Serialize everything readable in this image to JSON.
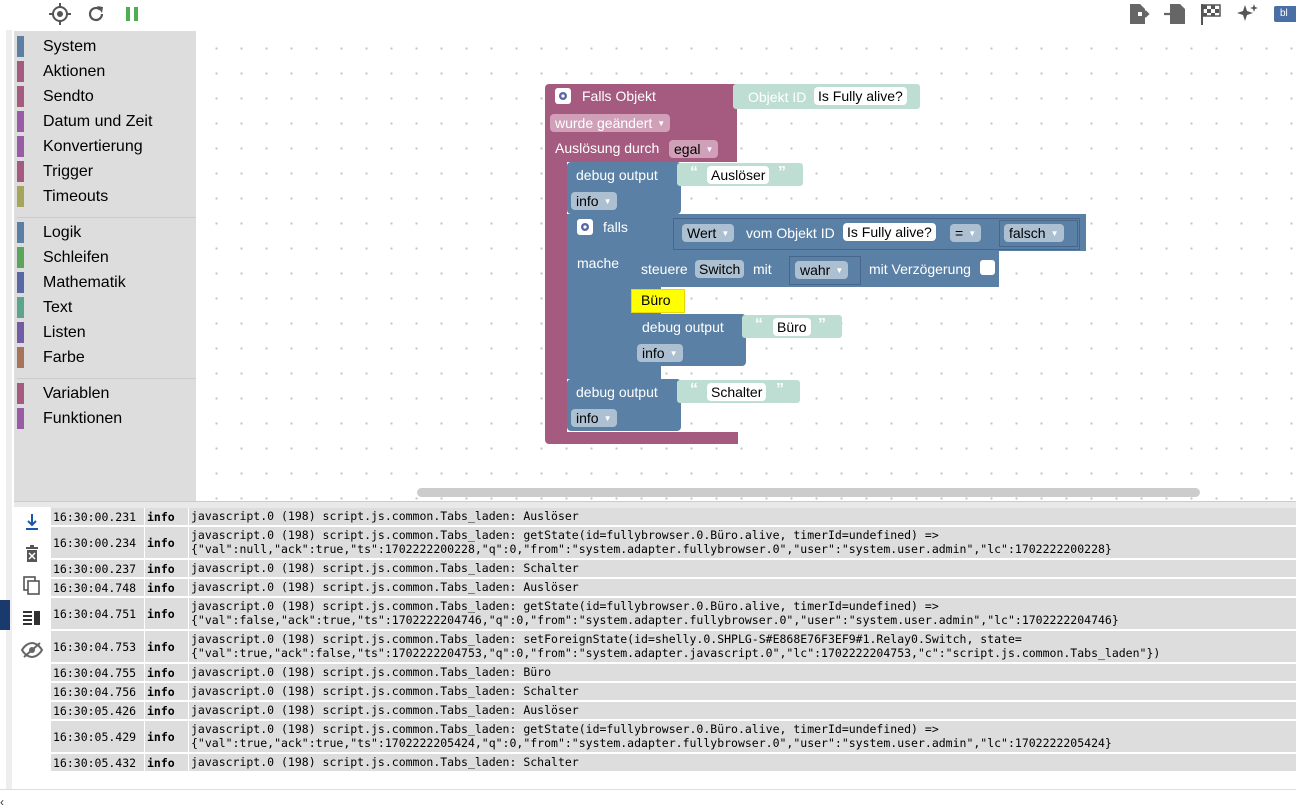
{
  "toolbar": {
    "left_icons": [
      "target-icon",
      "refresh-icon",
      "pause-icon"
    ],
    "right_icons": [
      "export-icon",
      "import-icon",
      "flag-icon",
      "sparkle-icon",
      "blockly-icon"
    ],
    "blockly_badge": "bl"
  },
  "sidebar": {
    "groups": [
      [
        {
          "label": "System",
          "color": "#5b80a5"
        },
        {
          "label": "Aktionen",
          "color": "#a55b80"
        },
        {
          "label": "Sendto",
          "color": "#a55b80"
        },
        {
          "label": "Datum und Zeit",
          "color": "#995ba5"
        },
        {
          "label": "Konvertierung",
          "color": "#995ba5"
        },
        {
          "label": "Trigger",
          "color": "#a55b80"
        },
        {
          "label": "Timeouts",
          "color": "#a5a55b"
        }
      ],
      [
        {
          "label": "Logik",
          "color": "#5b80a5"
        },
        {
          "label": "Schleifen",
          "color": "#5ba55b"
        },
        {
          "label": "Mathematik",
          "color": "#5b67a5"
        },
        {
          "label": "Text",
          "color": "#5ba58c"
        },
        {
          "label": "Listen",
          "color": "#745ba5"
        },
        {
          "label": "Farbe",
          "color": "#a5745b"
        }
      ],
      [
        {
          "label": "Variablen",
          "color": "#a55b80"
        },
        {
          "label": "Funktionen",
          "color": "#995ba5"
        }
      ]
    ]
  },
  "blocks": {
    "trigger": {
      "title": "Falls Objekt",
      "objekt_id_label": "Objekt ID",
      "objekt_id_value": "Is Fully alive?",
      "event": "wurde geändert",
      "ausloesung_label": "Auslösung durch",
      "ausloesung_value": "egal"
    },
    "debug1": {
      "label": "debug output",
      "text": "Auslöser",
      "level": "info"
    },
    "if_block": {
      "falls": "falls",
      "mache": "mache",
      "wert": "Wert",
      "vom_objekt": "vom Objekt ID",
      "objekt": "Is Fully alive?",
      "op": "=",
      "falsch": "falsch"
    },
    "steuere": {
      "label": "steuere",
      "target": "Switch",
      "mit": "mit",
      "value": "wahr",
      "delay_label": "mit Verzögerung"
    },
    "comment": "Büro",
    "debug2": {
      "label": "debug output",
      "text": "Büro",
      "level": "info"
    },
    "debug3": {
      "label": "debug output",
      "text": "Schalter",
      "level": "info"
    },
    "quote_open": "“",
    "quote_close": "”"
  },
  "log": {
    "tool_icons": [
      "scroll-down-icon",
      "trash-icon",
      "copy-icon",
      "layout-icon",
      "hide-icon"
    ],
    "rows": [
      {
        "time": "16:30:00.231",
        "sev": "info",
        "lines": [
          "javascript.0 (198) script.js.common.Tabs_laden: Auslöser"
        ]
      },
      {
        "time": "16:30:00.234",
        "sev": "info",
        "lines": [
          "javascript.0 (198) script.js.common.Tabs_laden: getState(id=fullybrowser.0.Büro.alive, timerId=undefined) =>",
          "{\"val\":null,\"ack\":true,\"ts\":1702222200228,\"q\":0,\"from\":\"system.adapter.fullybrowser.0\",\"user\":\"system.user.admin\",\"lc\":1702222200228}"
        ]
      },
      {
        "time": "16:30:00.237",
        "sev": "info",
        "lines": [
          "javascript.0 (198) script.js.common.Tabs_laden: Schalter"
        ]
      },
      {
        "time": "16:30:04.748",
        "sev": "info",
        "lines": [
          "javascript.0 (198) script.js.common.Tabs_laden: Auslöser"
        ]
      },
      {
        "time": "16:30:04.751",
        "sev": "info",
        "lines": [
          "javascript.0 (198) script.js.common.Tabs_laden: getState(id=fullybrowser.0.Büro.alive, timerId=undefined) =>",
          "{\"val\":false,\"ack\":true,\"ts\":1702222204746,\"q\":0,\"from\":\"system.adapter.fullybrowser.0\",\"user\":\"system.user.admin\",\"lc\":1702222204746}"
        ]
      },
      {
        "time": "16:30:04.753",
        "sev": "info",
        "lines": [
          "javascript.0 (198) script.js.common.Tabs_laden: setForeignState(id=shelly.0.SHPLG-S#E868E76F3EF9#1.Relay0.Switch, state=",
          "{\"val\":true,\"ack\":false,\"ts\":1702222204753,\"q\":0,\"from\":\"system.adapter.javascript.0\",\"lc\":1702222204753,\"c\":\"script.js.common.Tabs_laden\"})"
        ]
      },
      {
        "time": "16:30:04.755",
        "sev": "info",
        "lines": [
          "javascript.0 (198) script.js.common.Tabs_laden: Büro"
        ]
      },
      {
        "time": "16:30:04.756",
        "sev": "info",
        "lines": [
          "javascript.0 (198) script.js.common.Tabs_laden: Schalter"
        ]
      },
      {
        "time": "16:30:05.426",
        "sev": "info",
        "lines": [
          "javascript.0 (198) script.js.common.Tabs_laden: Auslöser"
        ]
      },
      {
        "time": "16:30:05.429",
        "sev": "info",
        "lines": [
          "javascript.0 (198) script.js.common.Tabs_laden: getState(id=fullybrowser.0.Büro.alive, timerId=undefined) =>",
          "{\"val\":true,\"ack\":true,\"ts\":1702222205424,\"q\":0,\"from\":\"system.adapter.fullybrowser.0\",\"user\":\"system.user.admin\",\"lc\":1702222205424}"
        ]
      },
      {
        "time": "16:30:05.432",
        "sev": "info",
        "lines": [
          "javascript.0 (198) script.js.common.Tabs_laden: Schalter"
        ]
      }
    ]
  }
}
